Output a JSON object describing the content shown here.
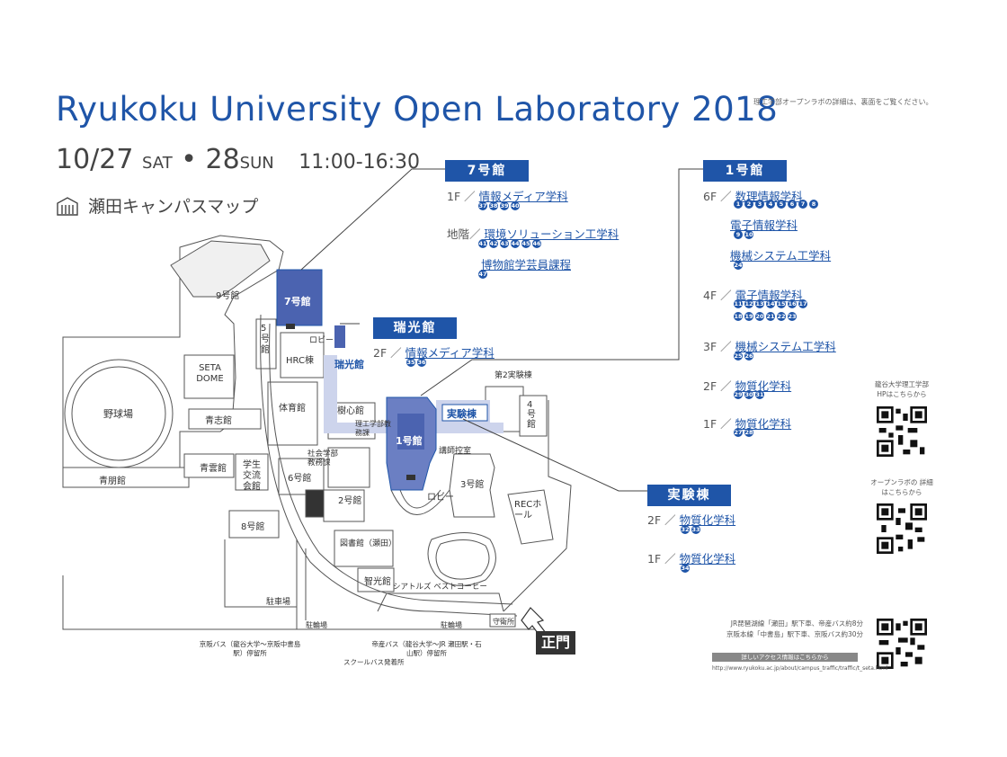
{
  "title": "Ryukoku University Open Laboratory 2018",
  "date": {
    "d1": "10/27",
    "d1_day": "SAT",
    "sep": "•",
    "d2": "28",
    "d2_day": "SUN",
    "time": "11:00-16:30"
  },
  "campus_map_label": "瀬田キャンパスマップ",
  "note_top": "理工学部オープンラボの詳細は、裏面をご覧ください。",
  "colors": {
    "accent": "#1f55a8",
    "highlight": "#aab6dd",
    "highlight_light": "#cdd4ec"
  },
  "buildings": {
    "b7": {
      "badge": "7号館",
      "depts": [
        {
          "floor": "1F ／",
          "name": "情報メディア学科",
          "nums": [
            "37",
            "38",
            "39",
            "40"
          ]
        },
        {
          "floor": "地階／",
          "name": "環境ソリューション工学科",
          "nums": [
            "41",
            "42",
            "43",
            "44",
            "45",
            "46"
          ]
        },
        {
          "floor": "",
          "name": "博物館学芸員課程",
          "nums": [
            "47"
          ]
        }
      ]
    },
    "zuiko": {
      "badge": "瑞光館",
      "depts": [
        {
          "floor": "2F ／",
          "name": "情報メディア学科",
          "nums": [
            "35",
            "36"
          ]
        }
      ]
    },
    "b1": {
      "badge": "1号館",
      "depts": [
        {
          "floor": "6F ／",
          "name": "数理情報学科",
          "nums": [
            "1",
            "2",
            "3",
            "4",
            "5",
            "6",
            "7",
            "8"
          ]
        },
        {
          "floor": "",
          "name": "電子情報学科",
          "nums": [
            "9",
            "10"
          ]
        },
        {
          "floor": "",
          "name": "機械システム工学科",
          "nums": [
            "24"
          ]
        },
        {
          "floor": "4F ／",
          "name": "電子情報学科",
          "nums": [
            "11",
            "12",
            "13",
            "14",
            "15",
            "16",
            "17"
          ],
          "nums2": [
            "18",
            "19",
            "20",
            "21",
            "22",
            "23"
          ]
        },
        {
          "floor": "3F ／",
          "name": "機械システム工学科",
          "nums": [
            "25",
            "26"
          ]
        },
        {
          "floor": "2F ／",
          "name": "物質化学科",
          "nums": [
            "29",
            "30",
            "31"
          ]
        },
        {
          "floor": "1F ／",
          "name": "物質化学科",
          "nums": [
            "27",
            "28"
          ]
        }
      ]
    },
    "jikken": {
      "badge": "実験棟",
      "depts": [
        {
          "floor": "2F ／",
          "name": "物質化学科",
          "nums": [
            "32",
            "33"
          ]
        },
        {
          "floor": "1F ／",
          "name": "物質化学科",
          "nums": [
            "34"
          ]
        }
      ]
    }
  },
  "map_labels": {
    "b9": "9号館",
    "b5": "5号館",
    "b7": "7号館",
    "robi": "ロビー",
    "hrc": "HRC棟",
    "zuiko": "瑞光館",
    "seta_dome": "SETA DOME",
    "baseball": "野球場",
    "gym": "体育館",
    "seishi": "青志館",
    "seiun": "青雲館",
    "seiho": "青朋館",
    "gakusei": "学生交流会館",
    "jushin": "樹心館",
    "rikou": "理工学部教務課",
    "b1": "1号館",
    "kougi": "講師控室",
    "robi2": "ロビー",
    "b3": "3号館",
    "jikken": "実験棟",
    "dai2": "第2実験棟",
    "b4": "4号館",
    "shakai": "社会学部教務課",
    "b6": "6号館",
    "b2": "2号館",
    "b8": "8号館",
    "library": "図書館（瀬田）",
    "chiko": "智光館",
    "rec": "RECホール",
    "shop": "シアトルズ ベストコーヒー",
    "parking": "駐車場",
    "bike1": "駐輪場",
    "bike2": "駐輪場",
    "guard": "守衛所",
    "main_gate": "正門",
    "bus1": "京阪バス（龍谷大学～京阪中書島駅）停留所",
    "bus2": "帝産バス（龍谷大学～JR 瀬田駅・石山駅）停留所",
    "bus3": "スクールバス発着所"
  },
  "qr_labels": {
    "hp": "龍谷大学理工学部 HPはこちらから",
    "openlab": "オープンラボの 詳細はこちらから"
  },
  "access": {
    "line1": "JR琵琶湖線「瀬田」駅下車、帝産バス約8分",
    "line2": "京阪本線「中書島」駅下車、京阪バス約30分",
    "button": "詳しいアクセス情報はこちらから",
    "url": "http://www.ryukoku.ac.jp/about/campus_traffic/traffic/t_seta.html"
  }
}
